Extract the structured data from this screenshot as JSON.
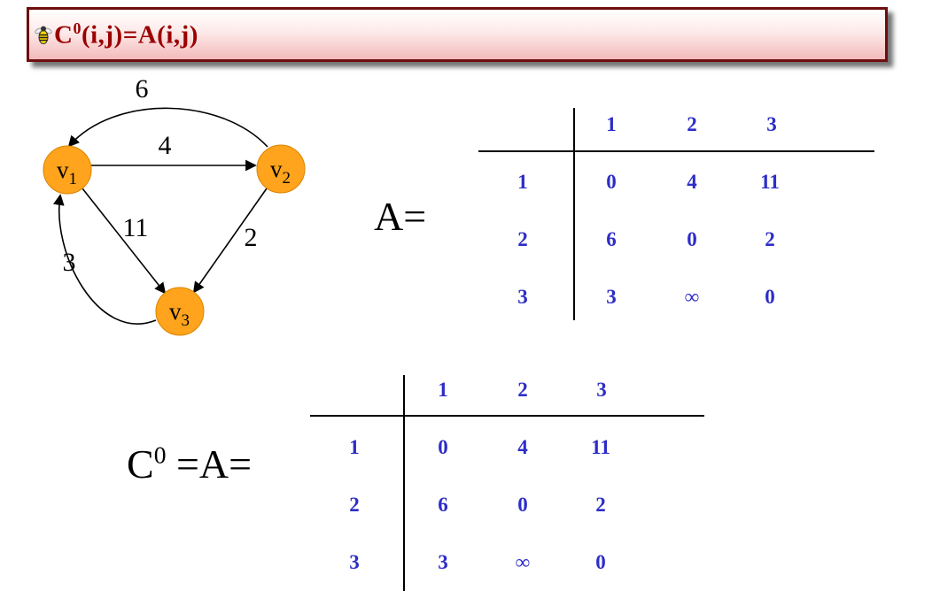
{
  "header": {
    "title_c": "C",
    "title_sup": "0",
    "title_rest": "(i,j)=A(i,j)"
  },
  "graph": {
    "nodes": [
      {
        "base": "v",
        "sub": "1"
      },
      {
        "base": "v",
        "sub": "2"
      },
      {
        "base": "v",
        "sub": "3"
      }
    ],
    "edges": [
      {
        "from": "v2",
        "to": "v1",
        "weight": "6"
      },
      {
        "from": "v1",
        "to": "v2",
        "weight": "4"
      },
      {
        "from": "v1",
        "to": "v3",
        "weight": "11"
      },
      {
        "from": "v2",
        "to": "v3",
        "weight": "2"
      },
      {
        "from": "v3",
        "to": "v1",
        "weight": "3"
      }
    ]
  },
  "matrix_a": {
    "label": "A=",
    "col_headers": [
      "1",
      "2",
      "3"
    ],
    "row_headers": [
      "1",
      "2",
      "3"
    ],
    "rows": [
      [
        "0",
        "4",
        "11"
      ],
      [
        "6",
        "0",
        "2"
      ],
      [
        "3",
        "∞",
        "0"
      ]
    ]
  },
  "matrix_c0": {
    "label_c": "C",
    "label_sup": "0",
    "label_rest": " =A=",
    "col_headers": [
      "1",
      "2",
      "3"
    ],
    "row_headers": [
      "1",
      "2",
      "3"
    ],
    "rows": [
      [
        "0",
        "4",
        "11"
      ],
      [
        "6",
        "0",
        "2"
      ],
      [
        "3",
        "∞",
        "0"
      ]
    ]
  },
  "colors": {
    "header_text": "#9B0000",
    "header_border": "#6E0E0E",
    "matrix_number_blue": "#2D2DC8",
    "node_fill": "#FFA41C"
  }
}
